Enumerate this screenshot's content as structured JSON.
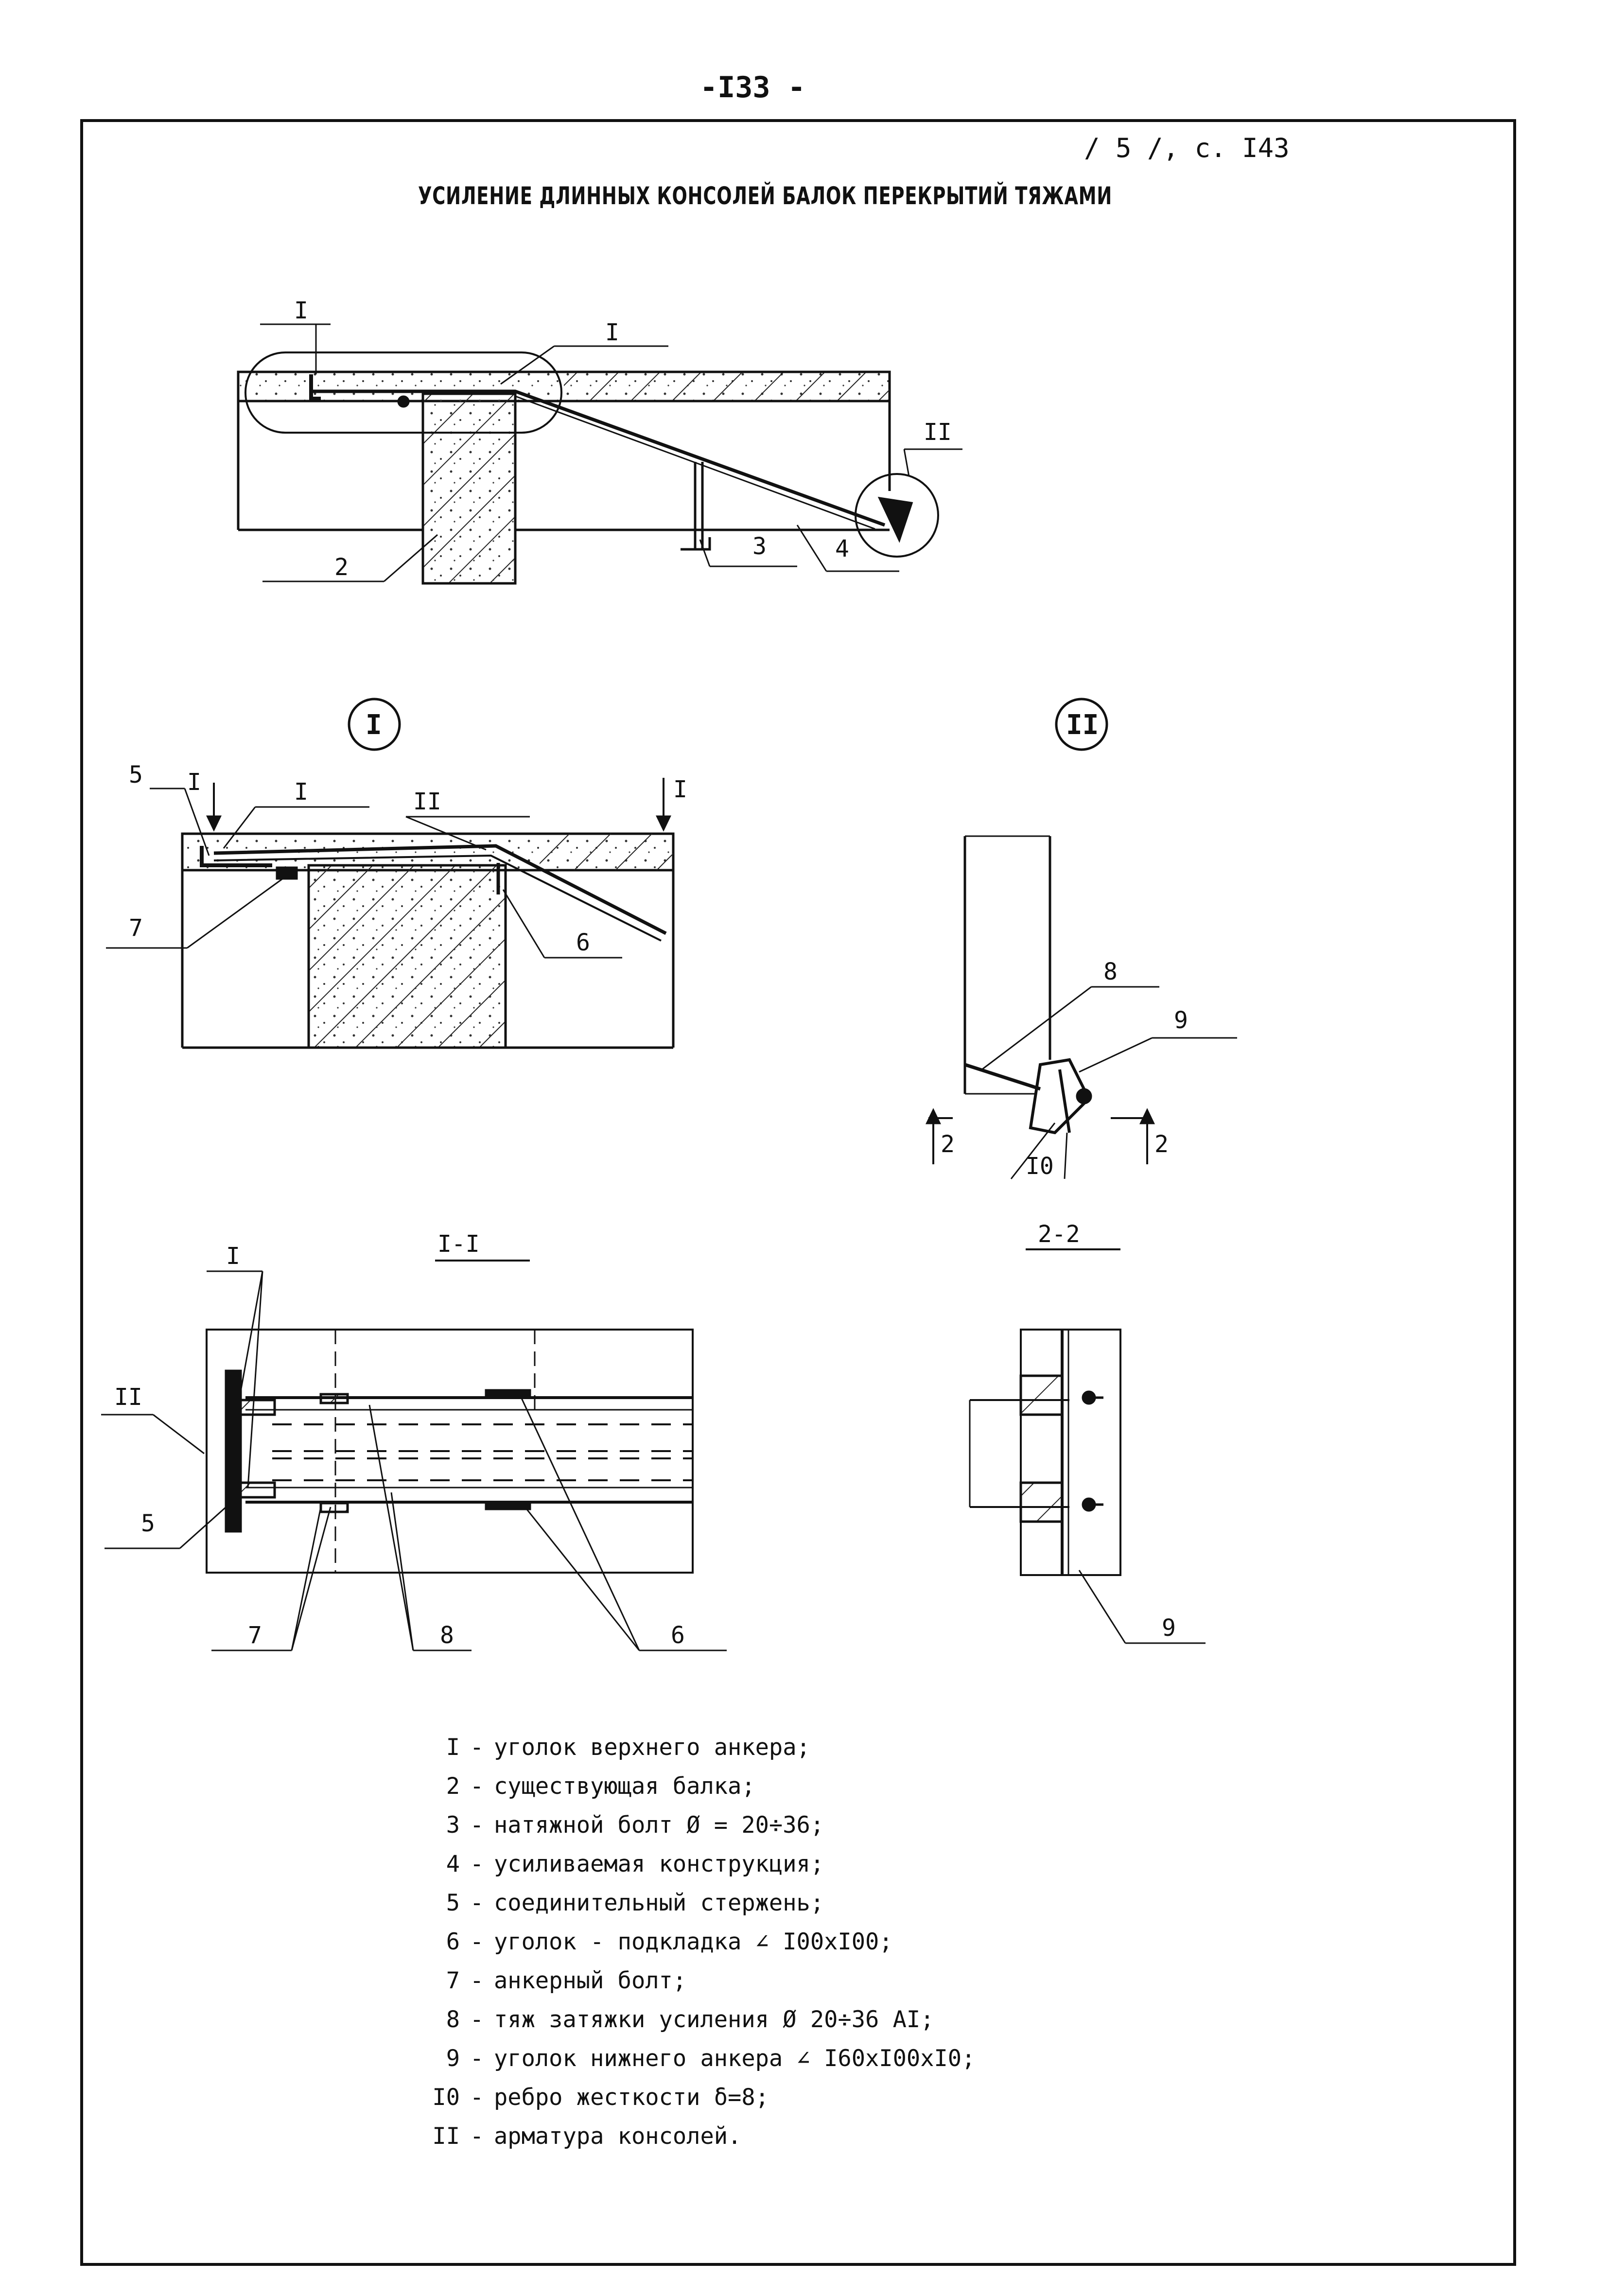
{
  "page_number": "-I33 -",
  "reference": "/ 5 /, с. I43",
  "title": "УСИЛЕНИЕ ДЛИННЫХ КОНСОЛЕЙ БАЛОК ПЕРЕКРЫТИЙ ТЯЖАМИ",
  "views": {
    "main": {
      "labels": [
        "I",
        "I",
        "II",
        "2",
        "3",
        "4"
      ]
    },
    "detail_I": {
      "title": "I",
      "labels": [
        "5",
        "I",
        "I",
        "II",
        "I",
        "7",
        "6"
      ]
    },
    "detail_II": {
      "title": "II",
      "labels": [
        "8",
        "9",
        "2",
        "2",
        "I0"
      ]
    },
    "section_1_1": {
      "title": "I-I",
      "labels": [
        "I",
        "II",
        "5",
        "7",
        "8",
        "6"
      ]
    },
    "section_2_2": {
      "title": "2-2",
      "labels": [
        "9"
      ]
    }
  },
  "legend": [
    {
      "num": "I",
      "text": "уголок верхнего анкера;"
    },
    {
      "num": "2",
      "text": "существующая балка;"
    },
    {
      "num": "3",
      "text": "натяжной болт Ø = 20÷36;"
    },
    {
      "num": "4",
      "text": "усиливаемая конструкция;"
    },
    {
      "num": "5",
      "text": "соединительный стержень;"
    },
    {
      "num": "6",
      "text": "уголок - подкладка ∠ I00xI00;"
    },
    {
      "num": "7",
      "text": "анкерный болт;"
    },
    {
      "num": "8",
      "text": "тяж затяжки усиления Ø 20÷36 AI;"
    },
    {
      "num": "9",
      "text": "уголок нижнего анкера ∠ I60xI00xI0;"
    },
    {
      "num": "I0",
      "text": "ребро жесткости δ=8;"
    },
    {
      "num": "II",
      "text": "арматура консолей."
    }
  ]
}
